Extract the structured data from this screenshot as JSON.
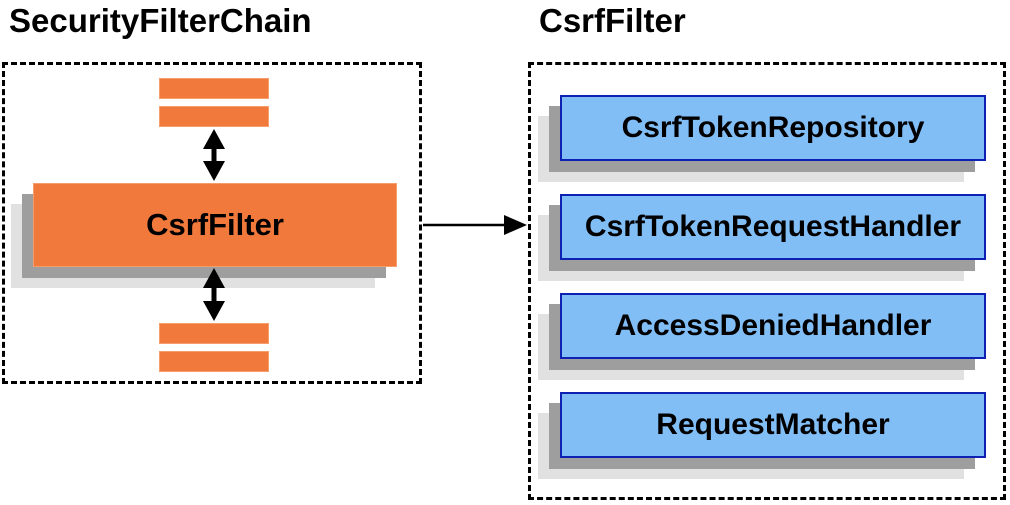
{
  "left_panel": {
    "title": "SecurityFilterChain",
    "node_label": "CsrfFilter"
  },
  "right_panel": {
    "title": "CsrfFilter",
    "boxes": [
      {
        "label": "CsrfTokenRepository"
      },
      {
        "label": "CsrfTokenRequestHandler"
      },
      {
        "label": "AccessDeniedHandler"
      },
      {
        "label": "RequestMatcher"
      }
    ]
  },
  "colors": {
    "orange": "#F2793C",
    "orange_border": "#F59E6B",
    "blue": "#82BEF6",
    "blue_border": "#0D22B2",
    "shadow_dark": "#9E9E9E",
    "shadow_light": "#E1E1E1",
    "outline": "#000000",
    "arrow": "#000000",
    "text": "#000000",
    "background": "#FFFFFF"
  }
}
